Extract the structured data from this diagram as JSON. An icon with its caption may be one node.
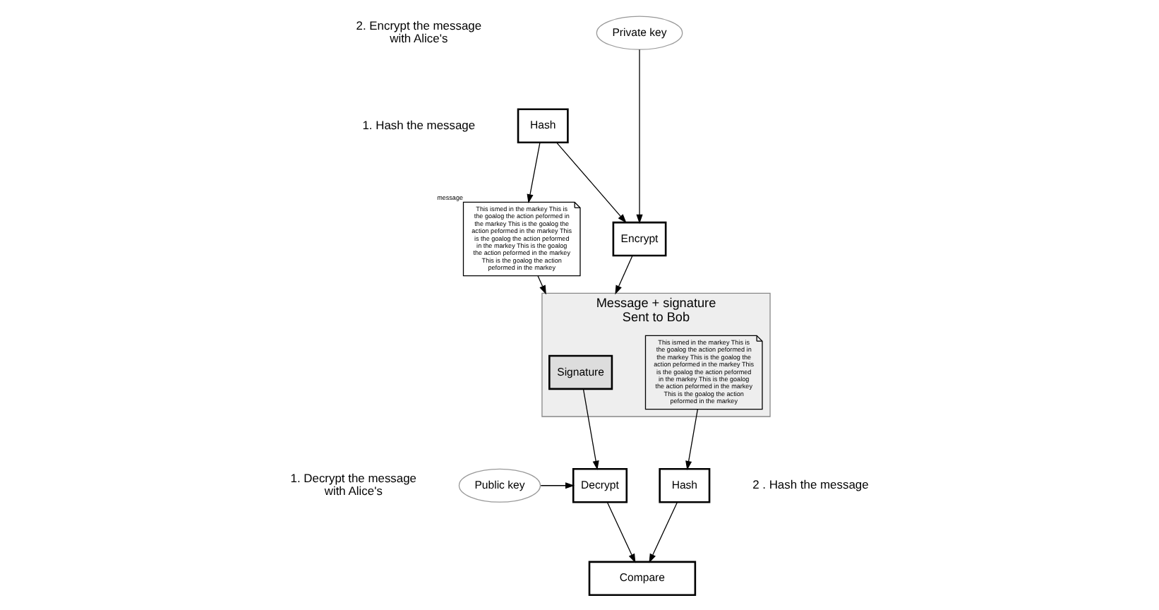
{
  "diagram": {
    "nodes": [
      {
        "text": [
          "This ismed in the markey This is the goalog the action peformed in the markey This is the goalog the action peformed in the markey This is the goalog the action peformed in the markey This is the goalog the action peformed in the markey This is the goalog the action peformed in the markey"
        ],
        "beside": [
          "message"
        ]
      },
      {
        "text": [
          "Hash"
        ]
      },
      {
        "text": [
          "Private key"
        ]
      },
      {
        "text": [
          "Encrypt"
        ]
      },
      {
        "text": [
          "Message + signature Sent to Bob"
        ]
      },
      {
        "text": [
          "Signature"
        ],
        "in": 4
      },
      {
        "text": [
          "This ismed in the markey This is the goalog the action peformed in the markey This is the goalog the action peformed in the markey This is the goalog the action peformed in the markey This is the goalog the action peformed in the markey This is the goalog the action peformed in the markey"
        ],
        "in": 4
      },
      {
        "text": [
          "Public key"
        ]
      },
      {
        "text": [
          "Decrypt"
        ]
      },
      {
        "text": [
          "Hash"
        ]
      },
      {
        "text": [
          "Compare"
        ]
      }
    ],
    "edges": [
      {
        "from": 1,
        "to": 0,
        "arrow": "to"
      },
      {
        "from": 1,
        "to": 3,
        "arrow": "to"
      },
      {
        "from": 2,
        "to": 3,
        "arrow": "to"
      },
      {
        "from": 3,
        "to": 4,
        "arrow": "to"
      },
      {
        "from": 0,
        "to": 4,
        "arrow": "to"
      },
      {
        "from": 5,
        "to": 8,
        "arrow": "to"
      },
      {
        "from": 6,
        "to": 9,
        "arrow": "to"
      },
      {
        "from": 7,
        "to": 8,
        "arrow": "to"
      },
      {
        "from": 8,
        "to": 10,
        "arrow": "to"
      },
      {
        "from": 9,
        "to": 10,
        "arrow": "to"
      }
    ],
    "labels": [
      "2. Encrypt the message with Alice's",
      "1. Hash the message",
      "1. Decrypt the message with Alice's",
      "2 . Hash the message"
    ]
  }
}
